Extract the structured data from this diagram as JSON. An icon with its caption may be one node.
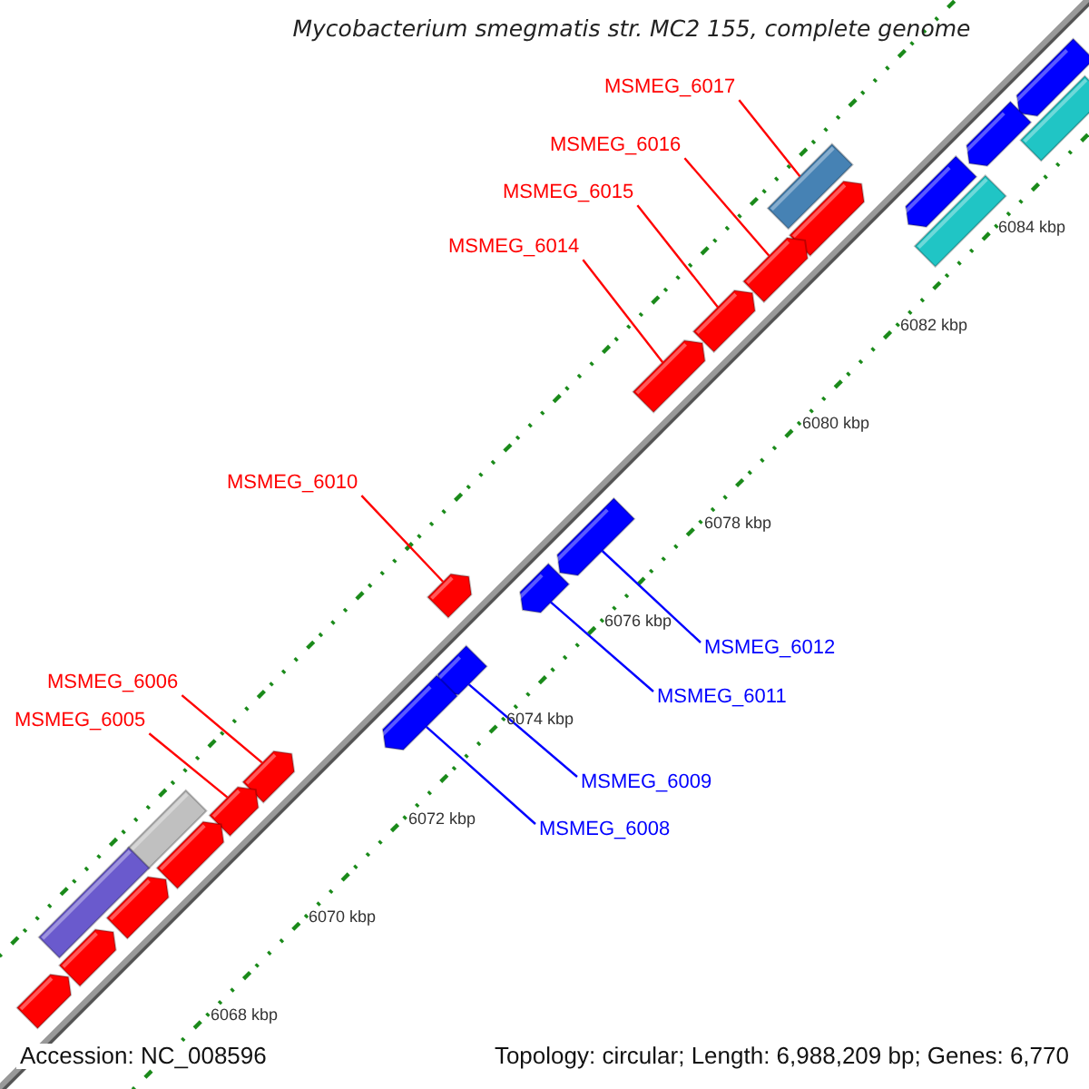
{
  "diagram": {
    "title": "Mycobacterium smegmatis str. MC2 155, complete genome",
    "nodes": [
      {
        "text": [
          "MSMEG_6017"
        ]
      },
      {
        "text": [
          "MSMEG_6016"
        ]
      },
      {
        "text": [
          "MSMEG_6015"
        ]
      },
      {
        "text": [
          "MSMEG_6014"
        ]
      },
      {
        "text": [
          "MSMEG_6010"
        ]
      },
      {
        "text": [
          "MSMEG_6012"
        ]
      },
      {
        "text": [
          "MSMEG_6006"
        ]
      },
      {
        "text": [
          "MSMEG_6011"
        ]
      },
      {
        "text": [
          "MSMEG_6005"
        ]
      },
      {
        "text": [
          "MSMEG_6009"
        ]
      },
      {
        "text": [
          "MSMEG_6008"
        ]
      },
      {
        "text": [],
        "shape": "bar"
      },
      {
        "text": [],
        "shape": "bar"
      },
      {
        "text": [],
        "shape": "bar"
      },
      {
        "text": [],
        "shape": "bar"
      },
      {
        "text": [],
        "shape": "bar"
      },
      {
        "text": [],
        "shape": "bar"
      },
      {
        "text": [],
        "shape": "bar"
      },
      {
        "text": [],
        "shape": "bar"
      },
      {
        "text": [],
        "shape": "bar"
      },
      {
        "text": [],
        "shape": "bar"
      },
      {
        "text": [],
        "shape": "bar"
      },
      {
        "text": [],
        "shape": "bar"
      },
      {
        "text": [],
        "shape": "bar"
      },
      {
        "text": [],
        "shape": "bar"
      },
      {
        "text": [],
        "shape": "bar"
      },
      {
        "text": [],
        "shape": "bar"
      },
      {
        "text": [],
        "shape": "bar"
      },
      {
        "text": [],
        "shape": "bar"
      },
      {
        "text": [],
        "shape": "bar"
      },
      {
        "text": [],
        "shape": "bar"
      },
      {
        "text": [],
        "shape": "bar"
      },
      {
        "text": [],
        "shape": "bar"
      },
      {
        "text": [],
        "shape": "bar"
      }
    ],
    "edges": [
      {
        "from": 0,
        "to": 14,
        "arrow": "none"
      },
      {
        "from": 1,
        "to": 18,
        "arrow": "none"
      },
      {
        "from": 2,
        "to": 19,
        "arrow": "none"
      },
      {
        "from": 3,
        "to": 20,
        "arrow": "none"
      },
      {
        "from": 4,
        "to": 23,
        "arrow": "none"
      },
      {
        "from": 5,
        "to": 21,
        "arrow": "none",
        "color": "#0000ff"
      },
      {
        "from": 6,
        "to": 26,
        "arrow": "none"
      },
      {
        "from": 7,
        "to": 22,
        "arrow": "none",
        "color": "#0000ff"
      },
      {
        "from": 8,
        "to": 27,
        "arrow": "none"
      },
      {
        "from": 9,
        "to": 24,
        "arrow": "none",
        "color": "#0000ff"
      },
      {
        "from": 10,
        "to": 25,
        "arrow": "none",
        "color": "#0000ff"
      }
    ],
    "labels": [
      "6084 kbp",
      "6082 kbp",
      "6080 kbp",
      "6078 kbp",
      "6076 kbp",
      "6074 kbp",
      "6072 kbp",
      "6070 kbp",
      "6068 kbp",
      "Accession: NC_008596",
      "Topology: circular; Length: 6,988,209 bp; Genes: 6,770"
    ]
  }
}
